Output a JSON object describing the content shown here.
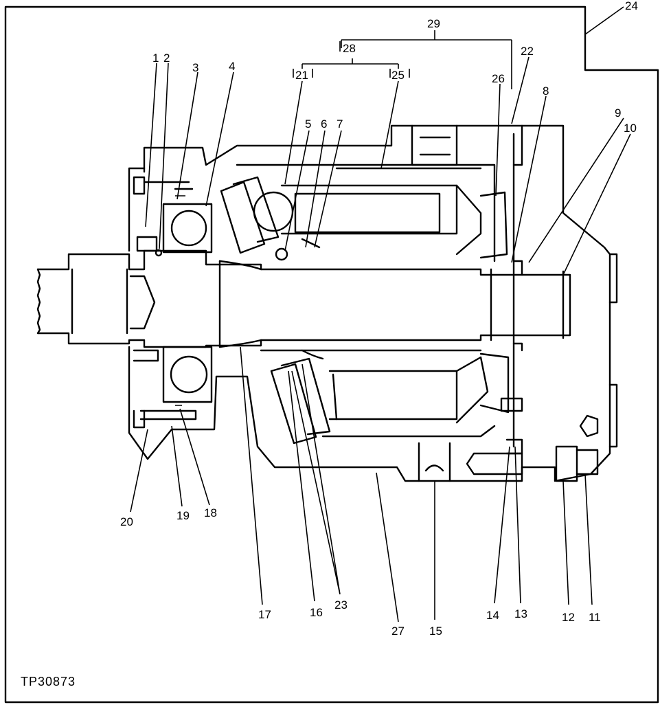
{
  "callouts": {
    "c1": "1",
    "c2": "2",
    "c3": "3",
    "c4": "4",
    "c5": "5",
    "c6": "6",
    "c7": "7",
    "c8": "8",
    "c9": "9",
    "c10": "10",
    "c11": "11",
    "c12": "12",
    "c13": "13",
    "c14": "14",
    "c15": "15",
    "c16": "16",
    "c17": "17",
    "c18": "18",
    "c19": "19",
    "c20": "20",
    "c21": "21",
    "c22": "22",
    "c23": "23",
    "c24": "24",
    "c25": "25",
    "c26": "26",
    "c27": "27",
    "c28": "28",
    "c29": "29"
  },
  "figure_code": "TP30873"
}
